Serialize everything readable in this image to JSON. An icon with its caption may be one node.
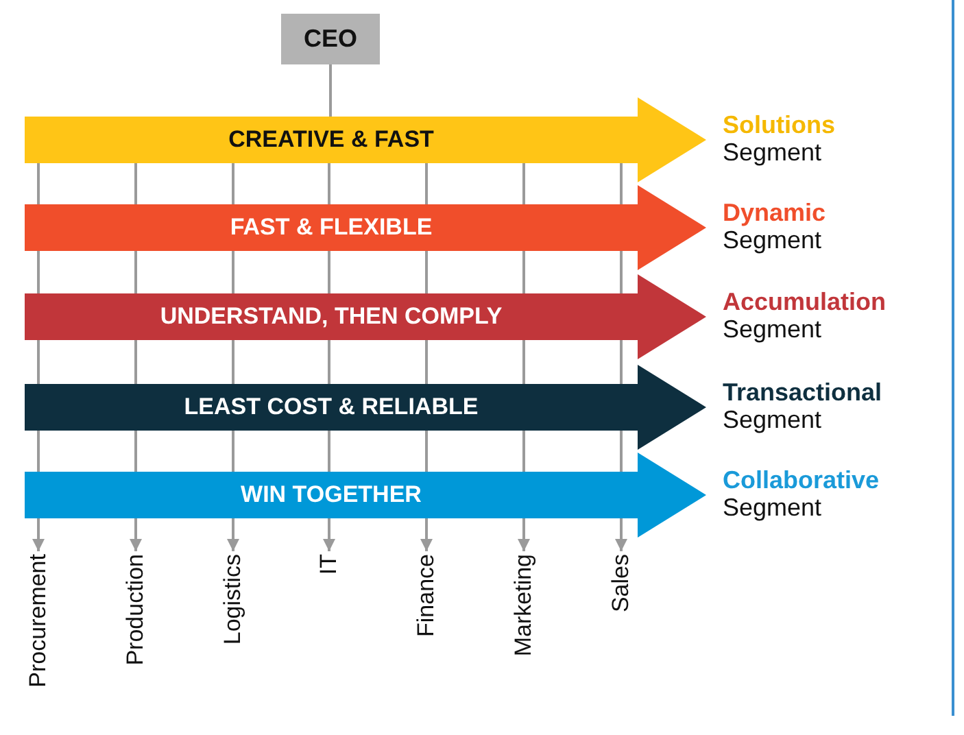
{
  "diagram": {
    "nodes": [
      {
        "text": [
          "CEO"
        ]
      },
      {
        "text": [
          "CREATIVE & FAST"
        ],
        "beside": [
          "Solutions",
          "Segment"
        ]
      },
      {
        "text": [
          "FAST & FLEXIBLE"
        ],
        "beside": [
          "Dynamic",
          "Segment"
        ]
      },
      {
        "text": [
          "UNDERSTAND, THEN COMPLY"
        ],
        "beside": [
          "Accumulation",
          "Segment"
        ]
      },
      {
        "text": [
          "LEAST COST & RELIABLE"
        ],
        "beside": [
          "Transactional",
          "Segment"
        ]
      },
      {
        "text": [
          "WIN TOGETHER"
        ],
        "beside": [
          "Collaborative",
          "Segment"
        ]
      },
      {
        "text": [
          "Procurement"
        ]
      },
      {
        "text": [
          "Production"
        ]
      },
      {
        "text": [
          "Logistics"
        ]
      },
      {
        "text": [
          "IT"
        ]
      },
      {
        "text": [
          "Finance"
        ]
      },
      {
        "text": [
          "Marketing"
        ]
      },
      {
        "text": [
          "Sales"
        ]
      }
    ],
    "edges": [
      {
        "from": 0,
        "to": 1,
        "arrow": "none"
      },
      {
        "from": 1,
        "to": 2,
        "arrow": "none"
      },
      {
        "from": 2,
        "to": 3,
        "arrow": "none"
      },
      {
        "from": 3,
        "to": 4,
        "arrow": "none"
      },
      {
        "from": 4,
        "to": 5,
        "arrow": "none"
      },
      {
        "from": 5,
        "to": 6,
        "arrow": "to"
      },
      {
        "from": 1,
        "to": 2,
        "arrow": "none"
      },
      {
        "from": 2,
        "to": 3,
        "arrow": "none"
      },
      {
        "from": 3,
        "to": 4,
        "arrow": "none"
      },
      {
        "from": 4,
        "to": 5,
        "arrow": "none"
      },
      {
        "from": 5,
        "to": 7,
        "arrow": "to"
      },
      {
        "from": 1,
        "to": 2,
        "arrow": "none"
      },
      {
        "from": 2,
        "to": 3,
        "arrow": "none"
      },
      {
        "from": 3,
        "to": 4,
        "arrow": "none"
      },
      {
        "from": 4,
        "to": 5,
        "arrow": "none"
      },
      {
        "from": 5,
        "to": 8,
        "arrow": "to"
      },
      {
        "from": 1,
        "to": 2,
        "arrow": "none"
      },
      {
        "from": 2,
        "to": 3,
        "arrow": "none"
      },
      {
        "from": 3,
        "to": 4,
        "arrow": "none"
      },
      {
        "from": 4,
        "to": 5,
        "arrow": "none"
      },
      {
        "from": 5,
        "to": 9,
        "arrow": "to"
      },
      {
        "from": 1,
        "to": 2,
        "arrow": "none"
      },
      {
        "from": 2,
        "to": 3,
        "arrow": "none"
      },
      {
        "from": 3,
        "to": 4,
        "arrow": "none"
      },
      {
        "from": 4,
        "to": 5,
        "arrow": "none"
      },
      {
        "from": 5,
        "to": 10,
        "arrow": "to"
      },
      {
        "from": 1,
        "to": 2,
        "arrow": "none"
      },
      {
        "from": 2,
        "to": 3,
        "arrow": "none"
      },
      {
        "from": 3,
        "to": 4,
        "arrow": "none"
      },
      {
        "from": 4,
        "to": 5,
        "arrow": "none"
      },
      {
        "from": 5,
        "to": 11,
        "arrow": "to"
      },
      {
        "from": 1,
        "to": 2,
        "arrow": "none"
      },
      {
        "from": 2,
        "to": 3,
        "arrow": "none"
      },
      {
        "from": 3,
        "to": 4,
        "arrow": "none"
      },
      {
        "from": 4,
        "to": 5,
        "arrow": "none"
      },
      {
        "from": 5,
        "to": 12,
        "arrow": "to"
      }
    ]
  }
}
